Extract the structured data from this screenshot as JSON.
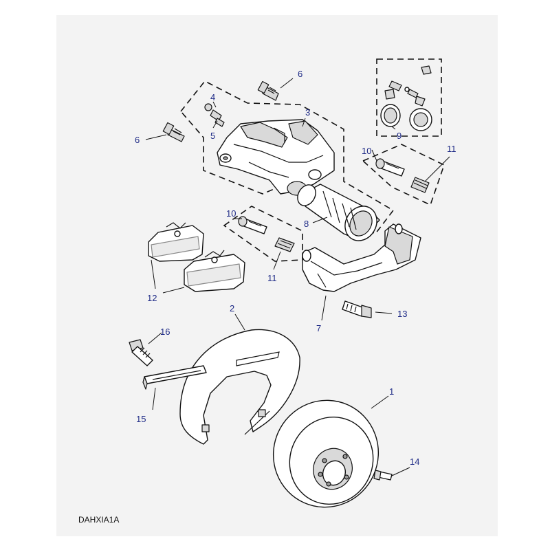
{
  "diagram": {
    "callouts": {
      "c1": "1",
      "c2": "2",
      "c3": "3",
      "c4": "4",
      "c5": "5",
      "c6a": "6",
      "c6b": "6",
      "c7": "7",
      "c8": "8",
      "c9": "9",
      "c10a": "10",
      "c10b": "10",
      "c11a": "11",
      "c11b": "11",
      "c12": "12",
      "c13": "13",
      "c14": "14",
      "c15": "15",
      "c16": "16"
    },
    "drawing_code": "DAHXIA1A"
  }
}
